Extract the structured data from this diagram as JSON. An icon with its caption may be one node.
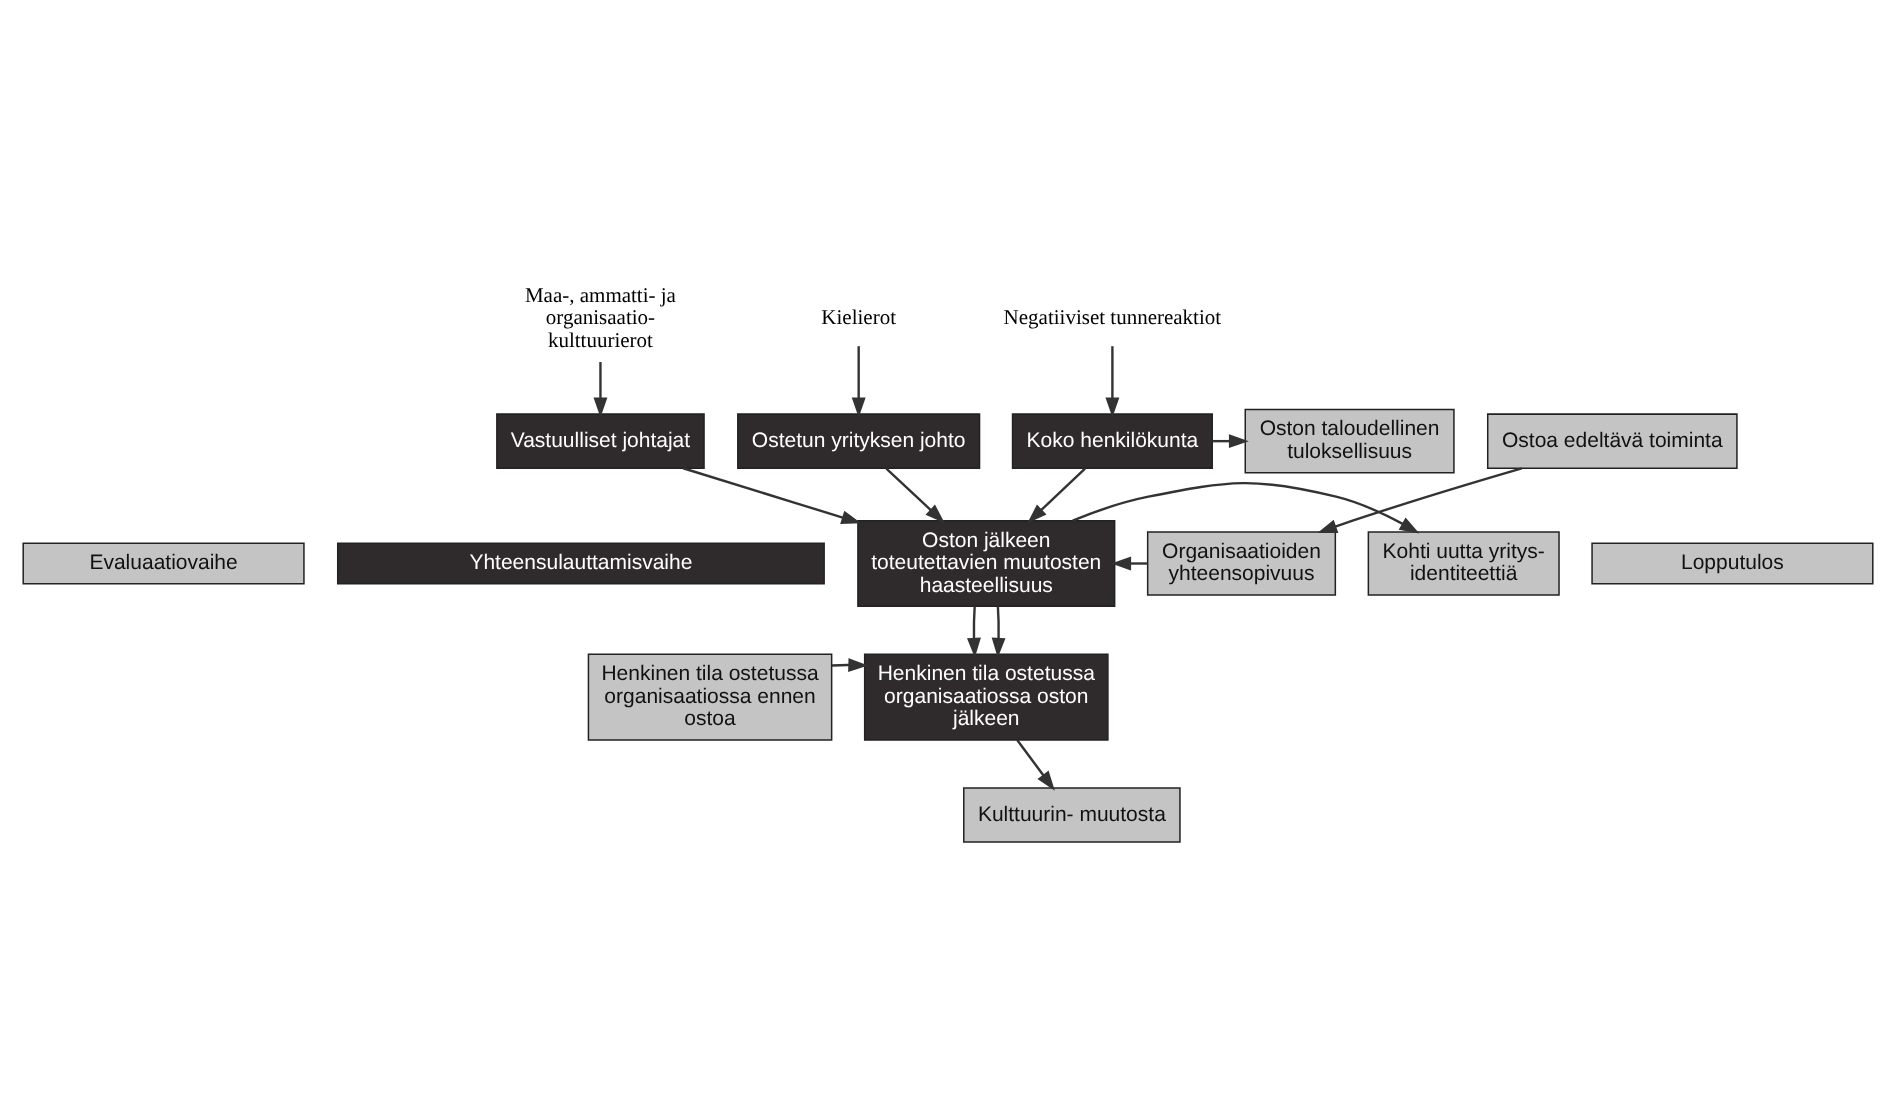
{
  "diagram": {
    "nodes": [
      {
        "text": [
          "Evaluaatiovaihe"
        ]
      },
      {
        "text": [
          "Yhteensulauttamisvaihe"
        ]
      },
      {
        "text": [
          "Lopputulos"
        ]
      },
      {
        "text": [
          "Henkinen tila ostetussa organisaatiossa ennen ostoa"
        ]
      },
      {
        "text": [
          "Henkinen tila ostetussa organisaatiossa oston jälkeen"
        ]
      },
      {
        "text": [
          "Kulttuurin- muutosta"
        ]
      },
      {
        "text": [
          "Organisaatioiden yhteensopivuus"
        ]
      },
      {
        "text": [
          "Oston jälkeen toteutettavien muutosten haasteellisuus"
        ]
      },
      {
        "text": [
          "Kohti uutta yritys- identiteettiä"
        ]
      },
      {
        "text": [
          "Oston taloudellinen tuloksellisuus"
        ]
      },
      {
        "text": [
          "Ostoa edeltävä toiminta"
        ]
      },
      {
        "text": [
          "Vastuulliset johtajat"
        ]
      },
      {
        "text": [
          "Ostetun yrityksen johto"
        ]
      },
      {
        "text": [
          "Koko henkilökunta"
        ]
      },
      {
        "text": [
          "Maa-, ammatti- ja organisaatio- kulttuurierot"
        ]
      },
      {
        "text": [
          "Kielierot"
        ]
      },
      {
        "text": [
          "Negatiiviset tunnereaktiot"
        ]
      }
    ],
    "edges": [
      {
        "from": 3,
        "to": 4,
        "arrow": "to"
      },
      {
        "from": 4,
        "to": 5,
        "arrow": "to"
      },
      {
        "from": 7,
        "to": 4,
        "arrow": "to"
      },
      {
        "from": 7,
        "to": 4,
        "arrow": "to"
      },
      {
        "from": 6,
        "to": 7,
        "arrow": "to"
      },
      {
        "from": 7,
        "to": 8,
        "arrow": "to"
      },
      {
        "from": 10,
        "to": 6,
        "arrow": "to"
      },
      {
        "from": 11,
        "to": 7,
        "arrow": "to"
      },
      {
        "from": 12,
        "to": 7,
        "arrow": "to"
      },
      {
        "from": 13,
        "to": 7,
        "arrow": "to"
      },
      {
        "from": 13,
        "to": 9,
        "arrow": "to"
      },
      {
        "from": 14,
        "to": 11,
        "arrow": "to"
      },
      {
        "from": 15,
        "to": 12,
        "arrow": "to"
      },
      {
        "from": 16,
        "to": 13,
        "arrow": "to"
      }
    ]
  }
}
